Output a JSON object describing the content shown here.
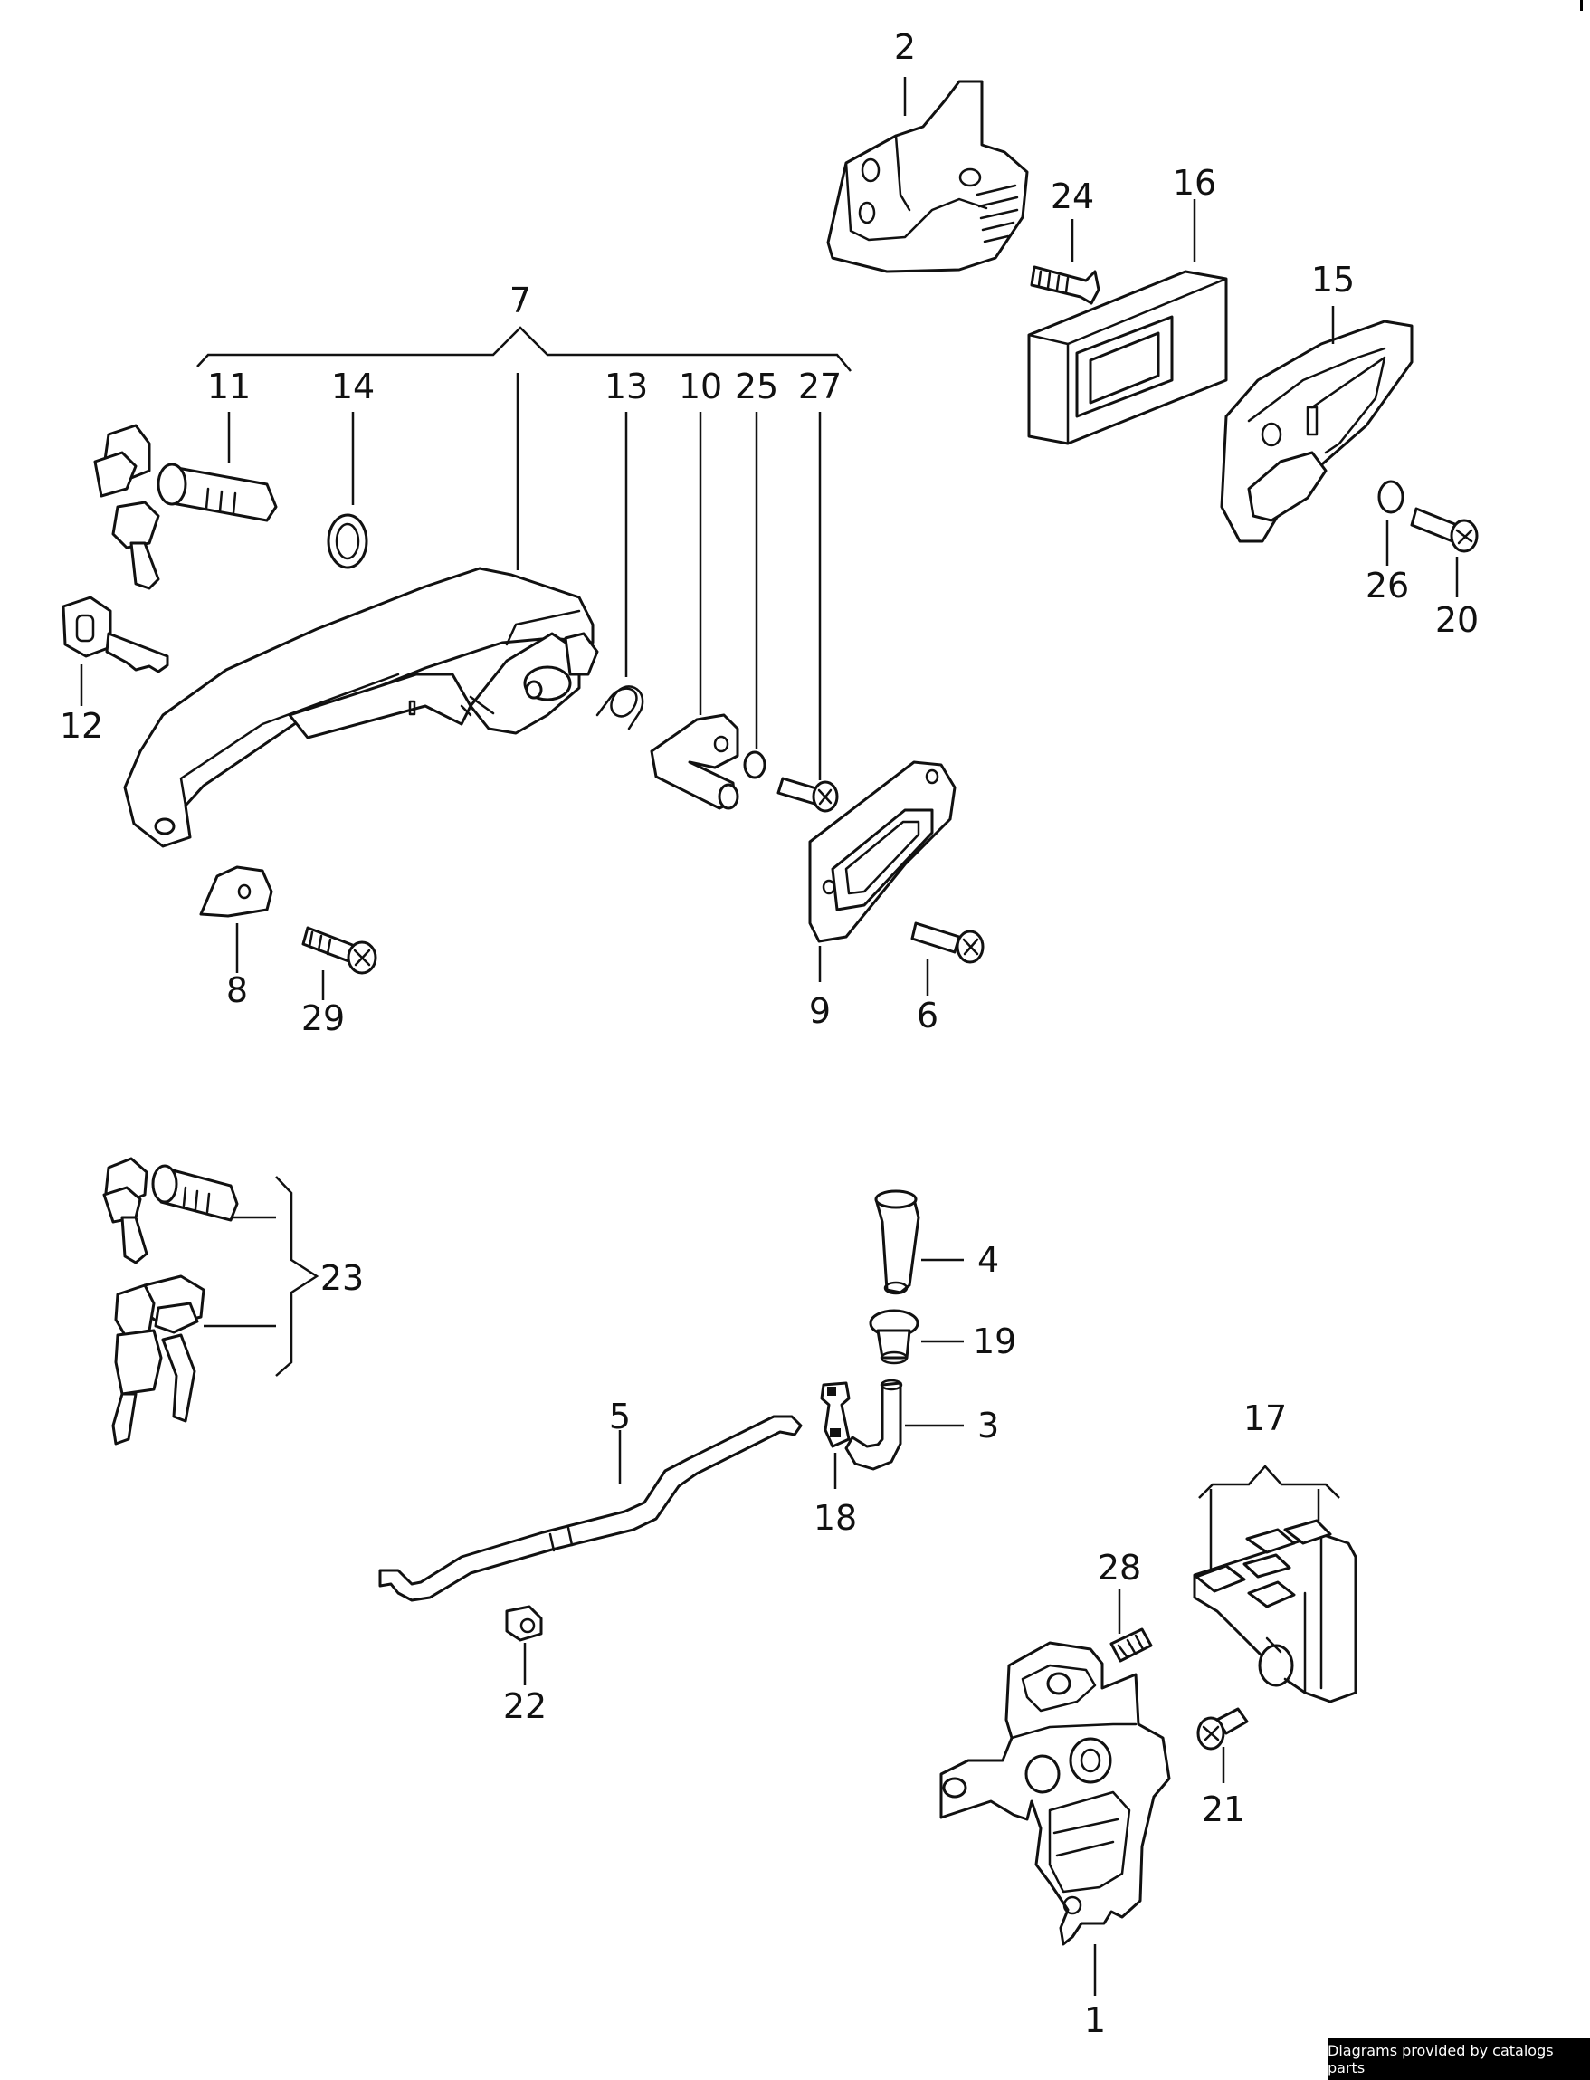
{
  "callouts": {
    "c1": "1",
    "c2": "2",
    "c3": "3",
    "c4": "4",
    "c5": "5",
    "c6": "6",
    "c7": "7",
    "c8": "8",
    "c9": "9",
    "c10": "10",
    "c11": "11",
    "c12": "12",
    "c13": "13",
    "c14": "14",
    "c15": "15",
    "c16": "16",
    "c17": "17",
    "c18": "18",
    "c19": "19",
    "c20": "20",
    "c21": "21",
    "c22": "22",
    "c23": "23",
    "c24": "24",
    "c25": "25",
    "c26": "26",
    "c27": "27",
    "c28": "28",
    "c29": "29"
  },
  "credit": "Diagrams provided by catalogs parts"
}
